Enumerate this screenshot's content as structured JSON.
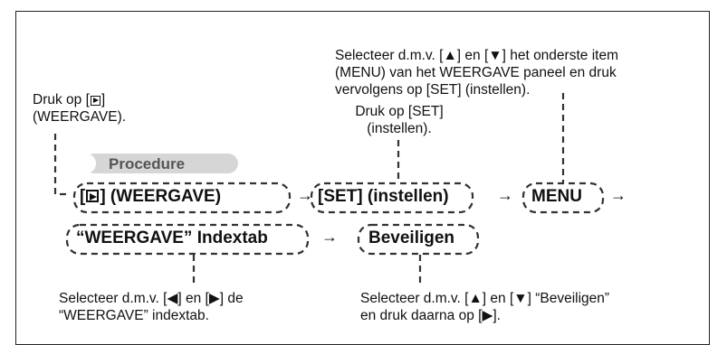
{
  "notes": {
    "top_right": [
      "Selecteer d.m.v. [▲] en [▼] het onderste item",
      "(MENU) van het WEERGAVE paneel en druk",
      "vervolgens op [SET] (instellen)."
    ],
    "left_line1_prefix": "Druk op [",
    "left_line1_suffix": "]",
    "left_line2": "(WEERGAVE).",
    "center": [
      "Druk op [SET]",
      "(instellen)."
    ],
    "bottom_left_line1_prefix": "Selecteer d.m.v. [◀] en [",
    "bottom_left_line1_suffix": "] de",
    "bottom_left_line2": "“WEERGAVE” indextab.",
    "bottom_right_line1": "Selecteer d.m.v. [▲] en [▼] “Beveiligen”",
    "bottom_right_line2_prefix": "en druk daarna op [",
    "bottom_right_line2_suffix": "]."
  },
  "procedure": {
    "label": "Procedure",
    "step1_prefix": "[",
    "step1_suffix": "] (WEERGAVE)",
    "step2": "[SET] (instellen)",
    "step3": "MENU",
    "step4": "“WEERGAVE” Indextab",
    "step5": "Beveiligen",
    "arrow": "→"
  },
  "icons": [
    "play-icon",
    "left-arrow-glyph",
    "right-arrow-glyph",
    "up-arrow-glyph",
    "down-arrow-glyph"
  ]
}
